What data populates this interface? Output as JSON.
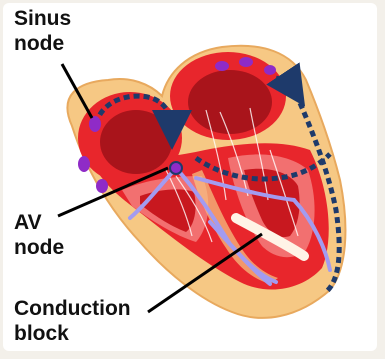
{
  "labels": {
    "sinus_node": "Sinus\nnode",
    "av_node": "AV\nnode",
    "conduction_block": "Conduction\nblock"
  },
  "colors": {
    "background": "#f3f0ea",
    "outer_tissue": "#f6c884",
    "muscle_red": "#e8262c",
    "chamber_dark": "#a9141b",
    "chamber_light": "#f27070",
    "conduction_path": "#1e3a6b",
    "purkinje_lavender": "#a39bf0",
    "node_purple": "#8f2bc7"
  }
}
